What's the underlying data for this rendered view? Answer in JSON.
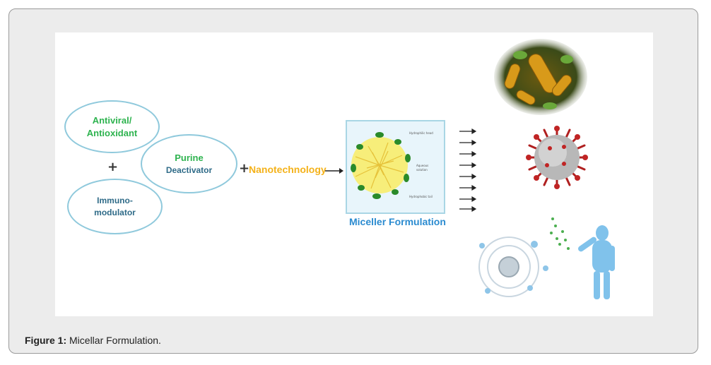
{
  "diagram": {
    "ellipses": {
      "antiviral": {
        "line1": "Antiviral/",
        "line2": "Antioxidant"
      },
      "purine": {
        "line1": "Purine",
        "line2": "Deactivator"
      },
      "immuno": {
        "line1": "Immuno-",
        "line2": "modulator"
      }
    },
    "plus_symbol": "+",
    "nanotechnology": "Nanotechnology",
    "micelle": {
      "label": "Miceller Formulation",
      "annotations": {
        "head": "Hydrophilic head",
        "solution_line1": "Aqueous",
        "solution_line2": "solution",
        "tail": "Hydrophobic tail"
      }
    },
    "images": {
      "bacteria": "bacteria-image",
      "virus": "coronavirus-image",
      "body": "human-body-image"
    }
  },
  "caption": {
    "label": "Figure 1:",
    "text": "Micellar Formulation."
  },
  "colors": {
    "ellipse_border": "#8fc9dc",
    "green_text": "#2eb34f",
    "nano_text": "#f4b21a",
    "micelle_label": "#2b8bd0"
  }
}
